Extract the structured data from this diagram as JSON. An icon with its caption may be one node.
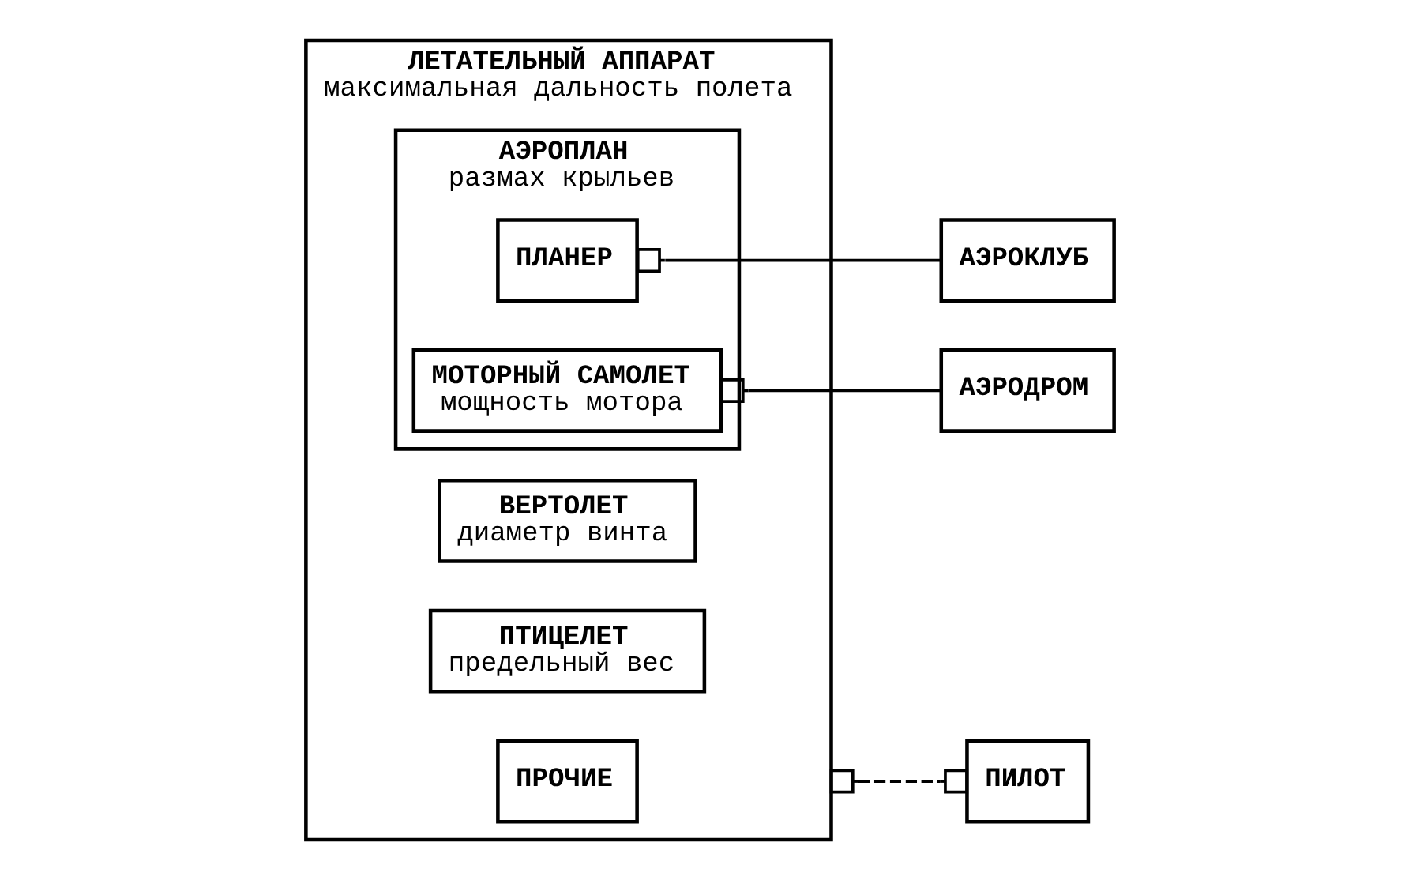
{
  "diagram": {
    "nodes": [
      {
        "text": [
          "ЛЕТАТЕЛЬНЫЙ АППАРАТ",
          "максимальная дальность полета"
        ]
      },
      {
        "text": [
          "АЭРОПЛАН",
          "размах крыльев"
        ],
        "in": 0
      },
      {
        "text": [
          "ПЛАНЕР"
        ],
        "in": 1
      },
      {
        "text": [
          "МОТОРНЫЙ САМОЛЕТ",
          "мощность мотора"
        ],
        "in": 1
      },
      {
        "text": [
          "ВЕРТОЛЕТ",
          "диаметр винта"
        ],
        "in": 0
      },
      {
        "text": [
          "ПТИЦЕЛЕТ",
          "предельный вес"
        ],
        "in": 0
      },
      {
        "text": [
          "ПРОЧИЕ"
        ],
        "in": 0
      },
      {
        "text": [
          "ПИЛОТ"
        ]
      },
      {
        "text": [
          "АЭРОДРОМ"
        ]
      },
      {
        "text": [
          "АЭРОКЛУБ"
        ]
      }
    ],
    "edges": [
      {
        "from": 0,
        "to": 7,
        "arrow": "other",
        "style": "dashed"
      },
      {
        "from": 3,
        "to": 8,
        "arrow": "other"
      },
      {
        "from": 2,
        "to": 9,
        "arrow": "other"
      }
    ]
  }
}
